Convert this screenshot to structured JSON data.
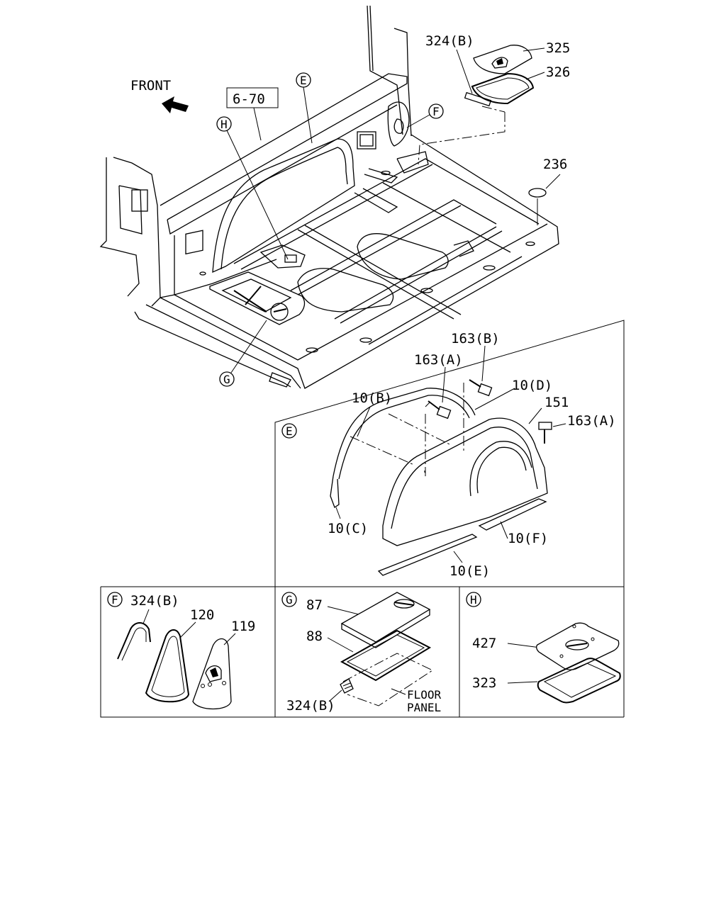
{
  "direction": {
    "front": "FRONT"
  },
  "refs": {
    "page_ref": "6-70"
  },
  "callouts": {
    "e": "E",
    "f": "F",
    "g": "G",
    "h": "H"
  },
  "parts_main": {
    "p324b": "324(B)",
    "p325": "325",
    "p326": "326",
    "p236": "236"
  },
  "detail_e": {
    "p163b": "163(B)",
    "p163a_top": "163(A)",
    "p10d": "10(D)",
    "p10b": "10(B)",
    "p151": "151",
    "p163a_right": "163(A)",
    "p10c": "10(C)",
    "p10f": "10(F)",
    "p10e": "10(E)"
  },
  "detail_f": {
    "p324b": "324(B)",
    "p120": "120",
    "p119": "119"
  },
  "detail_g": {
    "p87": "87",
    "p88": "88",
    "p324b": "324(B)",
    "floor_line1": "FLOOR",
    "floor_line2": "PANEL"
  },
  "detail_h": {
    "p427": "427",
    "p323": "323"
  }
}
